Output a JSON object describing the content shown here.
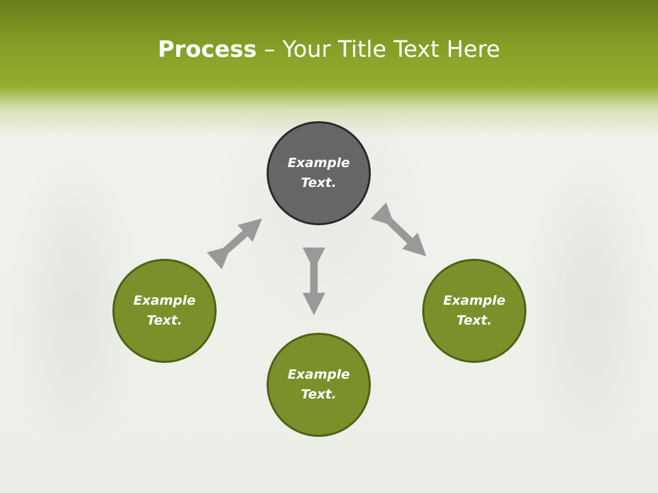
{
  "title": {
    "bold": "Process",
    "rest": " – Your Title Text Here"
  },
  "nodes": [
    {
      "text": "Example Text."
    },
    {
      "text": "Example Text."
    },
    {
      "text": "Example Text."
    },
    {
      "text": "Example Text."
    }
  ],
  "colors": {
    "header": "#86a027",
    "node": "#7b8f2b",
    "node_active": "#666666",
    "arrow": "#999999"
  }
}
